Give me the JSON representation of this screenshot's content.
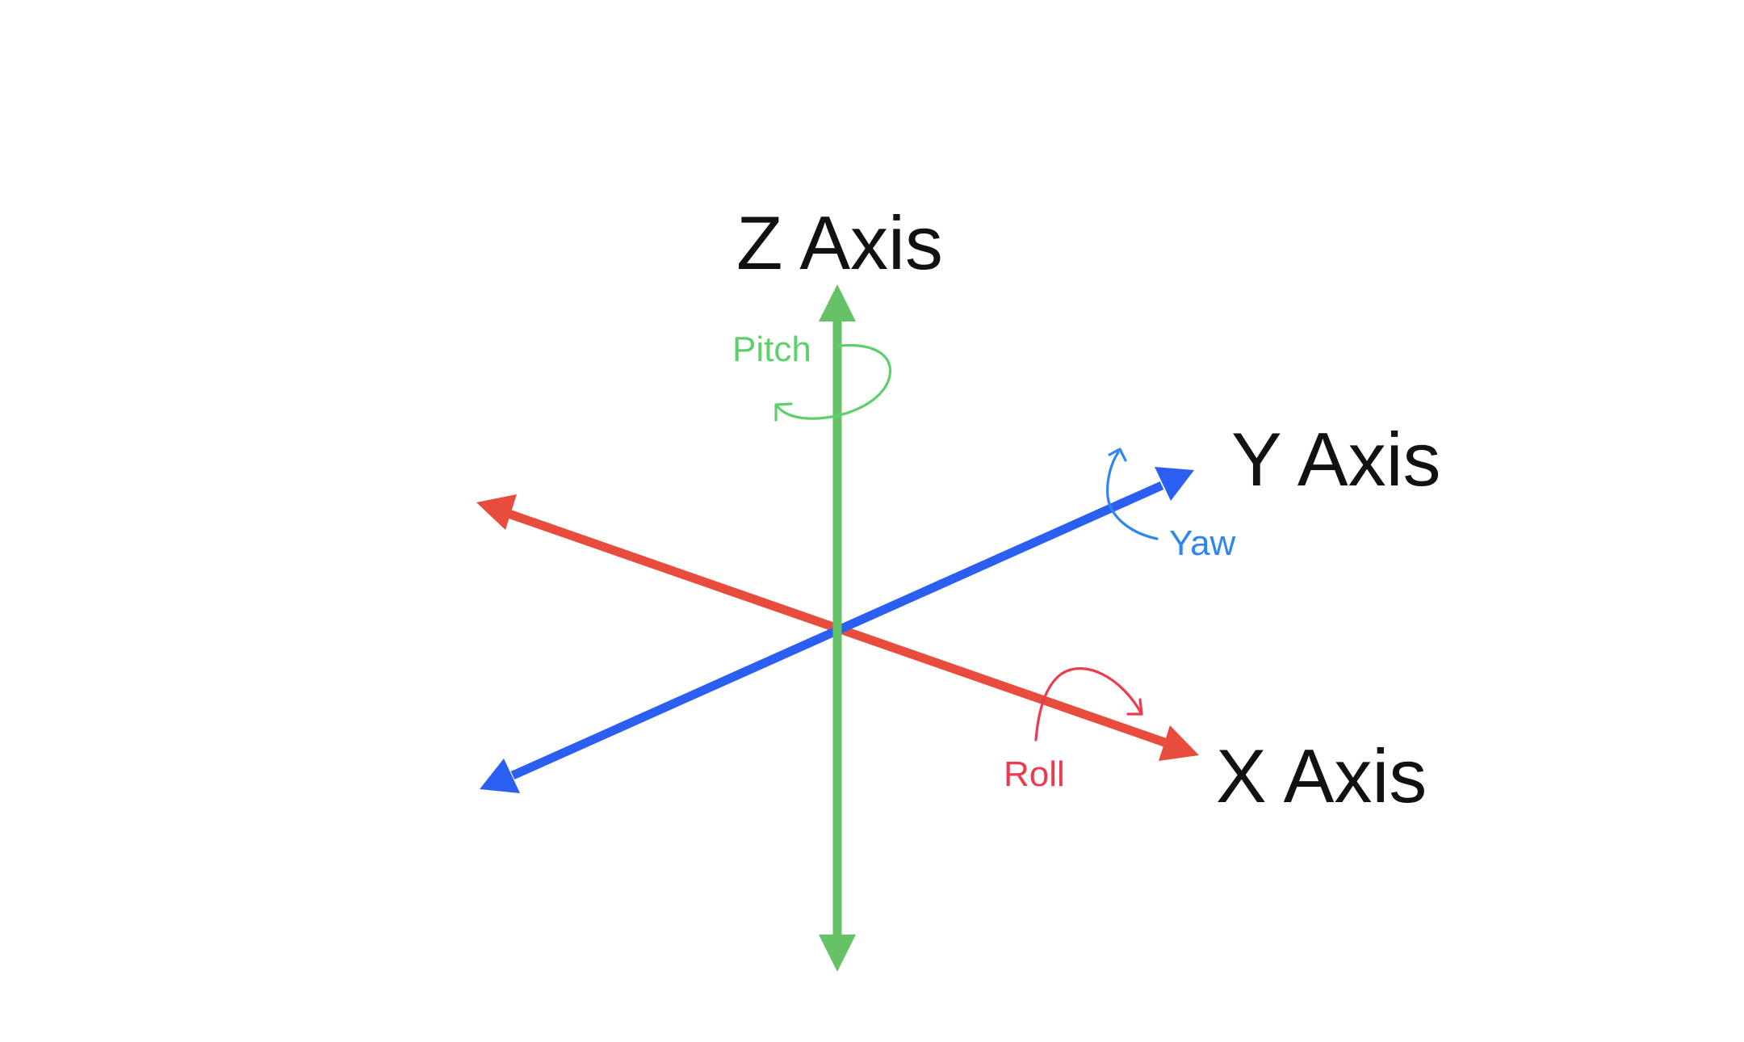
{
  "diagram": {
    "axes": {
      "z": {
        "label": "Z Axis",
        "color": "#66c266"
      },
      "y": {
        "label": "Y Axis",
        "color": "#2b5ff2"
      },
      "x": {
        "label": "X Axis",
        "color": "#e84c3d"
      }
    },
    "rotations": {
      "pitch": {
        "label": "Pitch",
        "color": "#5fcf6b"
      },
      "yaw": {
        "label": "Yaw",
        "color": "#2f86f0"
      },
      "roll": {
        "label": "Roll",
        "color": "#ee3a4f"
      }
    }
  }
}
